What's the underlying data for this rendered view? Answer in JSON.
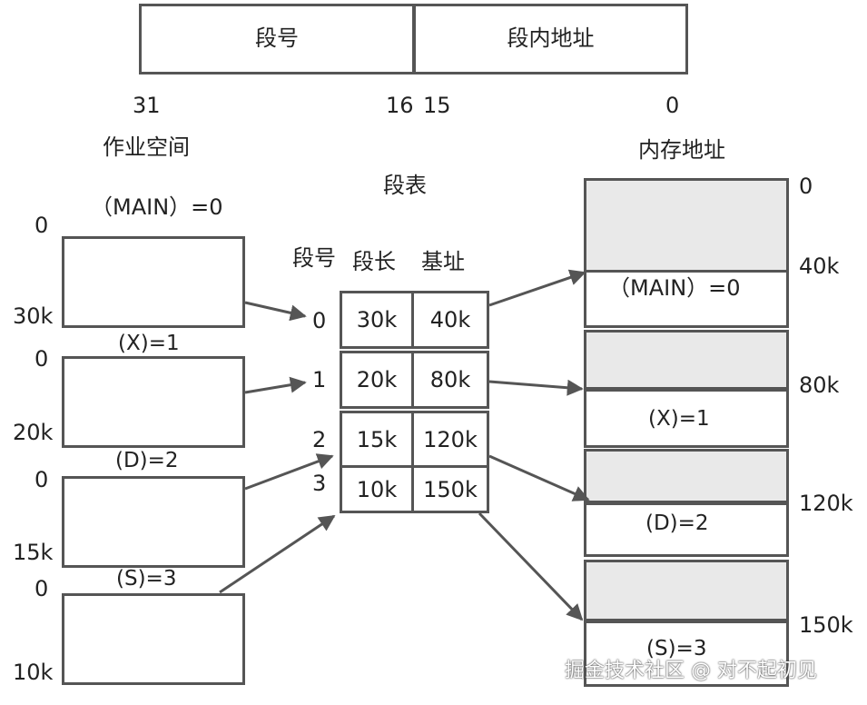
{
  "address_format": {
    "segment_number_label": "段号",
    "segment_offset_label": "段内地址",
    "bit_31": "31",
    "bit_16": "16",
    "bit_15": "15",
    "bit_0": "0"
  },
  "job_space": {
    "title": "作业空间",
    "segments": [
      {
        "name": "（MAIN）=0",
        "start": "0",
        "end": "30k"
      },
      {
        "name": "(X)=1",
        "start": "0",
        "end": "20k"
      },
      {
        "name": "(D)=2",
        "start": "0",
        "end": "15k"
      },
      {
        "name": "(S)=3",
        "start": "0",
        "end": "10k"
      }
    ]
  },
  "segment_table": {
    "title": "段表",
    "col_segment": "段号",
    "col_length": "段长",
    "col_base": "基址",
    "rows": [
      {
        "seg": "0",
        "length": "30k",
        "base": "40k"
      },
      {
        "seg": "1",
        "length": "20k",
        "base": "80k"
      },
      {
        "seg": "2",
        "length": "15k",
        "base": "120k"
      },
      {
        "seg": "3",
        "length": "10k",
        "base": "150k"
      }
    ]
  },
  "memory": {
    "title": "内存地址",
    "addresses": [
      "0",
      "40k",
      "80k",
      "120k",
      "150k"
    ],
    "segments": [
      "（MAIN）=0",
      "(X)=1",
      "(D)=2",
      "(S)=3"
    ]
  },
  "watermark": "掘金技术社区 @ 对不起初见"
}
